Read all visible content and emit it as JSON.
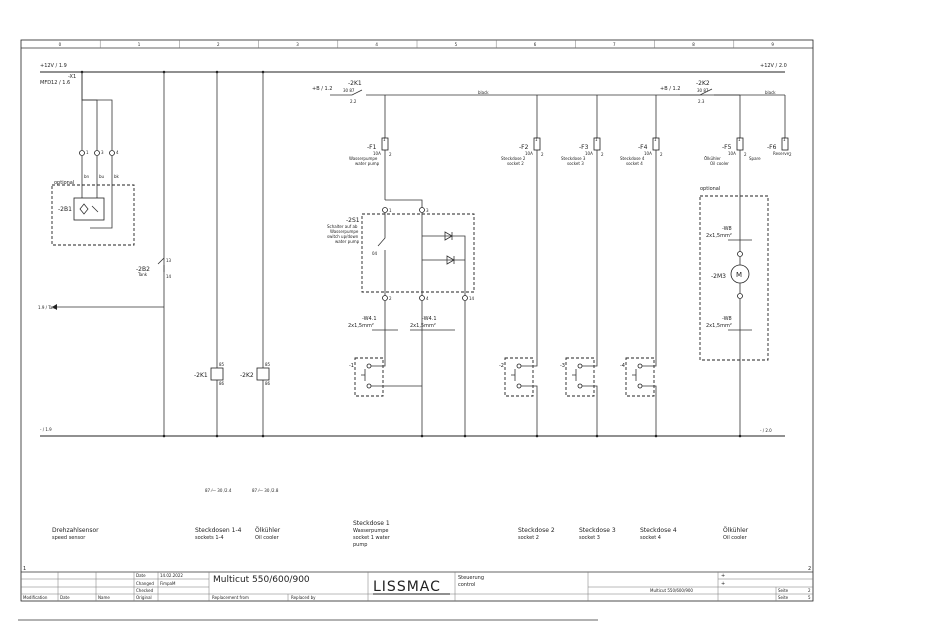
{
  "grid": {
    "columns": [
      "0",
      "1",
      "2",
      "3",
      "4",
      "5",
      "6",
      "7",
      "8",
      "9"
    ]
  },
  "rails": {
    "top_left": "+12V / 1.9",
    "top_right": "+12V / 2.0",
    "bottom_left": "- / 1.9",
    "bottom_right": "- / 2.0",
    "x1": "-X1",
    "mfd": "MFD12 / 1.6",
    "tank": "1.9 / Tank"
  },
  "relays": {
    "k1_ref": "+B / 1.2",
    "k1_tag": "-2K1",
    "k1_pins": "30   87",
    "k1_page": "2.2",
    "k2_ref": "+B / 1.2",
    "k2_tag": "-2K2",
    "k2_pins": "30 87",
    "k2_page": "2.3",
    "coil1": "-2K1",
    "coil2": "-2K2",
    "coil_pin_a": "85",
    "coil_pin_b": "86",
    "wire_label": "black"
  },
  "fuses": [
    {
      "tag": "-F1",
      "rating": "10A",
      "desc1": "Wasserpumpe",
      "desc2": "water pump"
    },
    {
      "tag": "-F2",
      "rating": "10A",
      "desc1": "Steckdose 2",
      "desc2": "socket 2"
    },
    {
      "tag": "-F3",
      "rating": "10A",
      "desc1": "Steckdose 3",
      "desc2": "socket 3"
    },
    {
      "tag": "-F4",
      "rating": "10A",
      "desc1": "Steckdose 4",
      "desc2": "socket 4"
    },
    {
      "tag": "-F5",
      "rating": "10A",
      "desc1": "Ölkühler",
      "desc2": "Oil cooler"
    },
    {
      "tag": "-F6",
      "rating": "Reserve",
      "desc1": "Spare",
      "desc2": ""
    }
  ],
  "sensor": {
    "optional": "optional",
    "tag": "-2B1",
    "pins": [
      "1",
      "3",
      "4"
    ],
    "wires": [
      "bn",
      "bu",
      "bk"
    ],
    "b2_tag": "-2B2",
    "b2_desc": "Tank",
    "b2_pins": [
      "13",
      "14"
    ]
  },
  "switch": {
    "tag": "-2S1",
    "desc": [
      "Schalter auf ab",
      "Wasserpumpe",
      "switch up/down",
      "water pump"
    ],
    "pins_top": [
      "1",
      "3"
    ],
    "pins_bottom": [
      "2",
      "4",
      "14"
    ],
    "contact": "04"
  },
  "cables": {
    "w41a": "-W4.1",
    "w41a_spec": "2x1,5mm²",
    "w41b": "-W4.1",
    "w41b_spec": "2x1,5mm²",
    "w8a": "-W8",
    "w8a_spec": "2x1,5mm²",
    "w8b": "-W8",
    "w8b_spec": "2x1,5mm²"
  },
  "motor": {
    "optional": "optional",
    "tag": "-2M3",
    "symbol": "M"
  },
  "sockets": [
    "-1",
    "-2",
    "-3",
    "-4"
  ],
  "cross_refs": [
    "87 ⁄— 30 /2.4",
    "87 ⁄— 30 /2.8"
  ],
  "captions": [
    {
      "de": "Drehzahlsensor",
      "en": "speed sensor"
    },
    {
      "de": "Steckdosen 1-4",
      "en": "sockets 1-4"
    },
    {
      "de": "Ölkühler",
      "en": "Oil cooler"
    },
    {
      "de": "Steckdose 1",
      "en": "Wasserpumpe",
      "en2": "socket 1 water",
      "en3": "pump"
    },
    {
      "de": "Steckdose 2",
      "en": "socket 2"
    },
    {
      "de": "Steckdose 3",
      "en": "socket 3"
    },
    {
      "de": "Steckdose 4",
      "en": "socket 4"
    },
    {
      "de": "Ölkühler",
      "en": "Oil cooler"
    }
  ],
  "titleblock": {
    "corner_left": "1",
    "corner_right": "2",
    "date_label": "Date",
    "date_value": "14.02.2022",
    "changed_label": "Changed",
    "changed_value": "FimpaM",
    "checked_label": "Checked",
    "original_label": "Original",
    "modification_label": "Modification",
    "date2_label": "Date",
    "name_label": "Name",
    "title": "Multicut 550/600/900",
    "replacement_label": "Replacement from",
    "replaced_label": "Replaced by",
    "logo": "LISSMAC",
    "desc1": "Steuerung",
    "desc2": "control",
    "drawing": "Multicut 550/600/900",
    "plus1": "+",
    "plus2": "+",
    "page_label": "Seite",
    "page_value": "2",
    "pages_label": "Seite",
    "pages_value": "5"
  }
}
